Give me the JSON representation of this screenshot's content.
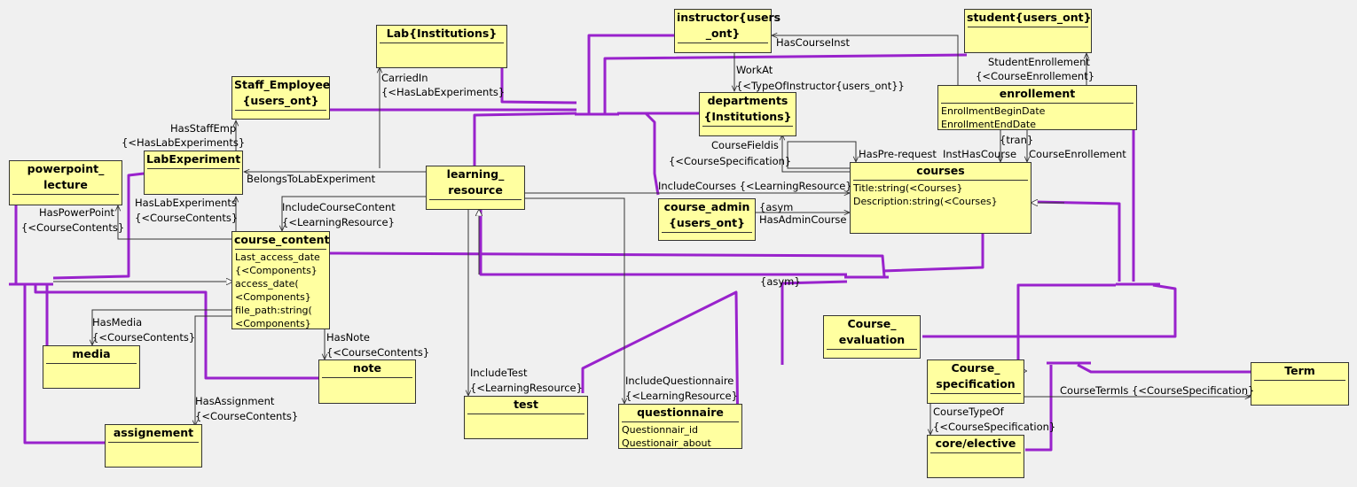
{
  "classes": {
    "instructor": {
      "title": [
        "instructor{users",
        "_ont}"
      ]
    },
    "student": {
      "title": [
        "student{users_ont}"
      ]
    },
    "lab": {
      "title": [
        "Lab{Institutions}"
      ]
    },
    "staff": {
      "title": [
        "Staff_Employee",
        "{users_ont}"
      ]
    },
    "departments": {
      "title": [
        "departments",
        "{Institutions}"
      ]
    },
    "enrollement": {
      "title": [
        "enrollement"
      ],
      "attrs": [
        "EnrollmentBeginDate",
        "EnrollmentEndDate"
      ]
    },
    "powerpoint": {
      "title": [
        "powerpoint_",
        "lecture"
      ]
    },
    "labexperiment": {
      "title": [
        "LabExperiment"
      ]
    },
    "learning": {
      "title": [
        "learning_",
        "resource"
      ]
    },
    "courses": {
      "title": [
        "courses"
      ],
      "attrs": [
        "Title:string(<Courses}",
        "Description:string(<Courses}"
      ]
    },
    "course_admin": {
      "title": [
        "course_admin",
        "{users_ont}"
      ]
    },
    "course_content": {
      "title": [
        "course_content"
      ],
      "attrs": [
        "Last_access_date",
        "{<Components}",
        "access_date(",
        "<Components}",
        "file_path:string(",
        "<Components}"
      ]
    },
    "media": {
      "title": [
        "media"
      ]
    },
    "note": {
      "title": [
        "note"
      ]
    },
    "assignement": {
      "title": [
        "assignement"
      ]
    },
    "test": {
      "title": [
        "test"
      ]
    },
    "questionnaire": {
      "title": [
        "questionnaire"
      ],
      "attrs": [
        "Questionnair_id",
        "Questionair_about"
      ]
    },
    "course_eval": {
      "title": [
        "Course_",
        "evaluation"
      ]
    },
    "course_spec": {
      "title": [
        "Course_",
        "specification"
      ]
    },
    "core": {
      "title": [
        "core/elective"
      ]
    },
    "term": {
      "title": [
        "Term"
      ]
    }
  },
  "labels": {
    "has_course_inst": "HasCourseInst",
    "work_at": "WorkAt",
    "type_of_instructor": "{<TypeOfInstructor{users_ont}}",
    "student_enrollement": "StudentEnrollement",
    "course_enrollement_cls": "{<CourseEnrollement}",
    "carried_in": "CarriedIn",
    "has_lab_experiments_1": "{<HasLabExperiments}",
    "has_staff_emp": "HasStaffEmp",
    "has_lab_experiments_2": "{<HasLabExperiments}",
    "course_fieldis": "CourseFieldis",
    "course_specification_1": "{<CourseSpecification}",
    "has_pre_request": "HasPre-request",
    "tran": "{tran}",
    "inst_has_course": "InstHasCourse",
    "course_enrollement": "CourseEnrollement",
    "belongs_to_lab": "BelongsToLabExperiment",
    "include_courses": "IncludeCourses  {<LearningResource}",
    "has_power_point": "HasPowerPoint",
    "course_contents_1": "{<CourseContents}",
    "has_lab_experiments_3": "HasLabExperiments",
    "course_contents_2": "{<CourseContents}",
    "include_course_content": "IncludeCourseContent",
    "learning_resource_1": "{<LearningResource}",
    "asym_1": "{asym",
    "has_admin_course": "HasAdminCourse",
    "asym_2": "{asym}",
    "has_media": "HasMedia",
    "course_contents_3": "{<CourseContents}",
    "has_note": "HasNote",
    "course_contents_4": "{<CourseContents}",
    "has_assignment": "HasAssignment",
    "course_contents_5": "{<CourseContents}",
    "include_test": "IncludeTest",
    "learning_resource_2": "{<LearningResource}",
    "include_questionnaire": "IncludeQuestionnaire",
    "learning_resource_3": "{<LearningResource}",
    "course_type_of": "CourseTypeOf",
    "course_specification_2": "{<CourseSpecification}",
    "course_term_is": "CourseTermIs  {<CourseSpecification}"
  },
  "colors": {
    "background": "#f0f0f0",
    "box_fill": "#ffffa0",
    "inheritance": "#9922cc",
    "relation": "#333333"
  }
}
